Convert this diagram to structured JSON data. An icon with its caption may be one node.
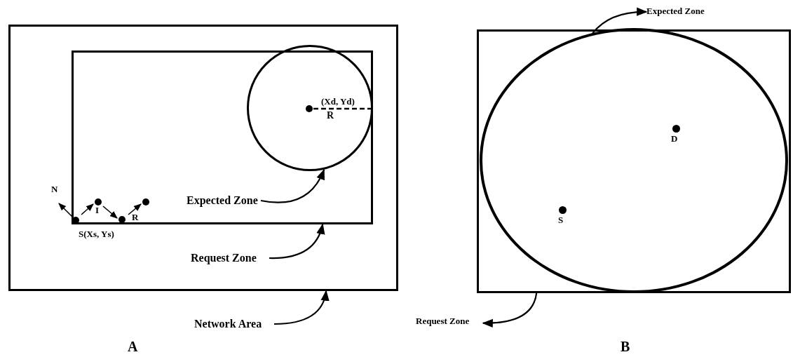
{
  "diagram": {
    "nodes": [
      {
        "text": [],
        "shape": "box"
      },
      {
        "text": [],
        "shape": "box",
        "in": 0
      },
      {
        "text": [],
        "shape": "circle",
        "in": 1
      },
      {
        "text": [],
        "shape": "dot",
        "in": 2,
        "beside": [
          "(Xd, Yd)"
        ]
      },
      {
        "text": [],
        "shape": "dot",
        "in": 1,
        "beside": [
          "S(Xs, Ys)"
        ]
      },
      {
        "text": [],
        "shape": "dot",
        "in": 1,
        "beside": [
          "I"
        ]
      },
      {
        "text": [],
        "shape": "dot",
        "in": 1
      },
      {
        "text": [],
        "shape": "dot",
        "in": 1
      },
      {
        "text": [
          "Expected Zone"
        ],
        "in": 1
      },
      {
        "text": [
          "Request Zone"
        ],
        "in": 0
      },
      {
        "text": [
          "Network Area"
        ]
      },
      {
        "text": [],
        "shape": "box"
      },
      {
        "text": [],
        "shape": "ellipse",
        "in": 11
      },
      {
        "text": [],
        "shape": "dot",
        "in": 12,
        "beside": [
          "D"
        ]
      },
      {
        "text": [],
        "shape": "dot",
        "in": 12,
        "beside": [
          "S"
        ]
      },
      {
        "text": [
          "Expected Zone"
        ]
      },
      {
        "text": [
          "Request Zone"
        ]
      }
    ],
    "edges": [
      {
        "from": 8,
        "to": 2,
        "arrow": "to"
      },
      {
        "from": 9,
        "to": 1,
        "arrow": "to"
      },
      {
        "from": 10,
        "to": 0,
        "arrow": "to"
      },
      {
        "from": 4,
        "to": null,
        "arrow": "to",
        "label": "N"
      },
      {
        "from": 4,
        "to": 5,
        "arrow": "to"
      },
      {
        "from": 5,
        "to": 6,
        "arrow": "to"
      },
      {
        "from": 6,
        "to": 7,
        "arrow": "to",
        "label": "R"
      },
      {
        "from": 12,
        "to": 15,
        "arrow": "to"
      },
      {
        "from": 11,
        "to": 16,
        "arrow": "to"
      }
    ],
    "labels": [
      "R",
      "A",
      "B"
    ]
  }
}
